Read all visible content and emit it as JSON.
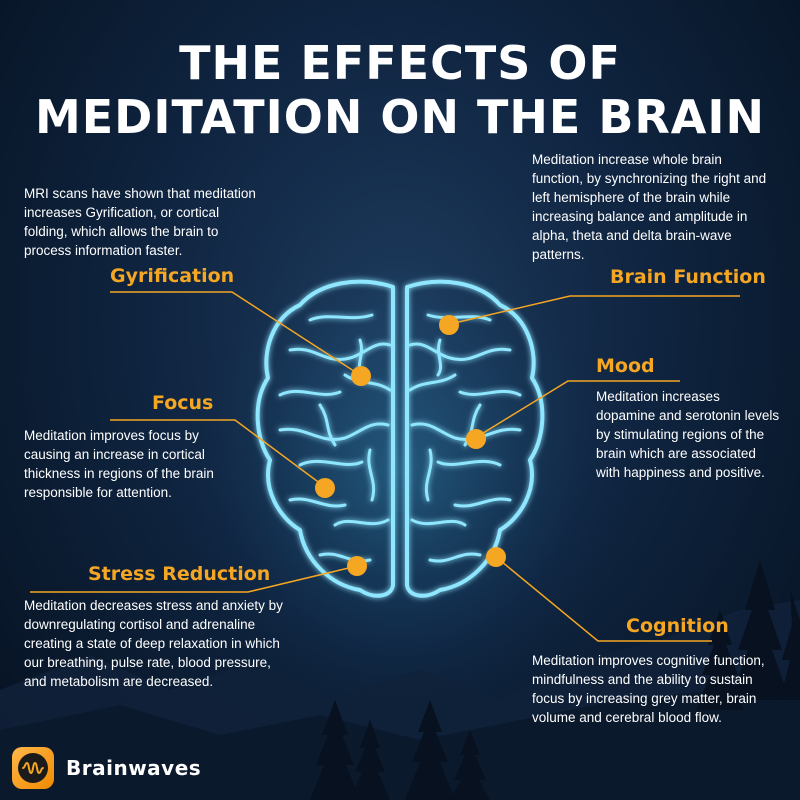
{
  "title": {
    "line1": "THE EFFECTS OF",
    "line2": "MEDITATION ON THE BRAIN"
  },
  "effects": {
    "gyrification": {
      "heading": "Gyrification",
      "description": "MRI scans have shown that meditation increases Gyrification, or cortical folding, which allows the brain to process information faster."
    },
    "brain_function": {
      "heading": "Brain Function",
      "description": "Meditation increase whole brain function, by synchronizing the right and left hemisphere of the brain while increasing balance and amplitude in alpha, theta and delta brain-wave patterns."
    },
    "focus": {
      "heading": "Focus",
      "description": "Meditation improves focus by causing an increase in cortical thickness in regions of the brain responsible for attention."
    },
    "mood": {
      "heading": "Mood",
      "description": "Meditation increases dopamine and serotonin levels by stimulating regions of the brain which are associated with happiness and positive."
    },
    "stress_reduction": {
      "heading": "Stress Reduction",
      "description": "Meditation decreases stress and anxiety by downregulating cortisol and adrenaline creating a state of deep relaxation in which our breathing, pulse rate, blood pressure, and metabolism are decreased."
    },
    "cognition": {
      "heading": "Cognition",
      "description": "Meditation improves cognitive function, mindfulness and the ability to sustain focus by increasing grey matter, brain volume and cerebral blood flow."
    }
  },
  "brand": {
    "name": "Brainwaves",
    "icon": "waveform-icon"
  },
  "colors": {
    "accent": "#f5a623",
    "background": "#0f2440",
    "brain_glow": "#8fe6ff",
    "text": "#ffffff"
  }
}
